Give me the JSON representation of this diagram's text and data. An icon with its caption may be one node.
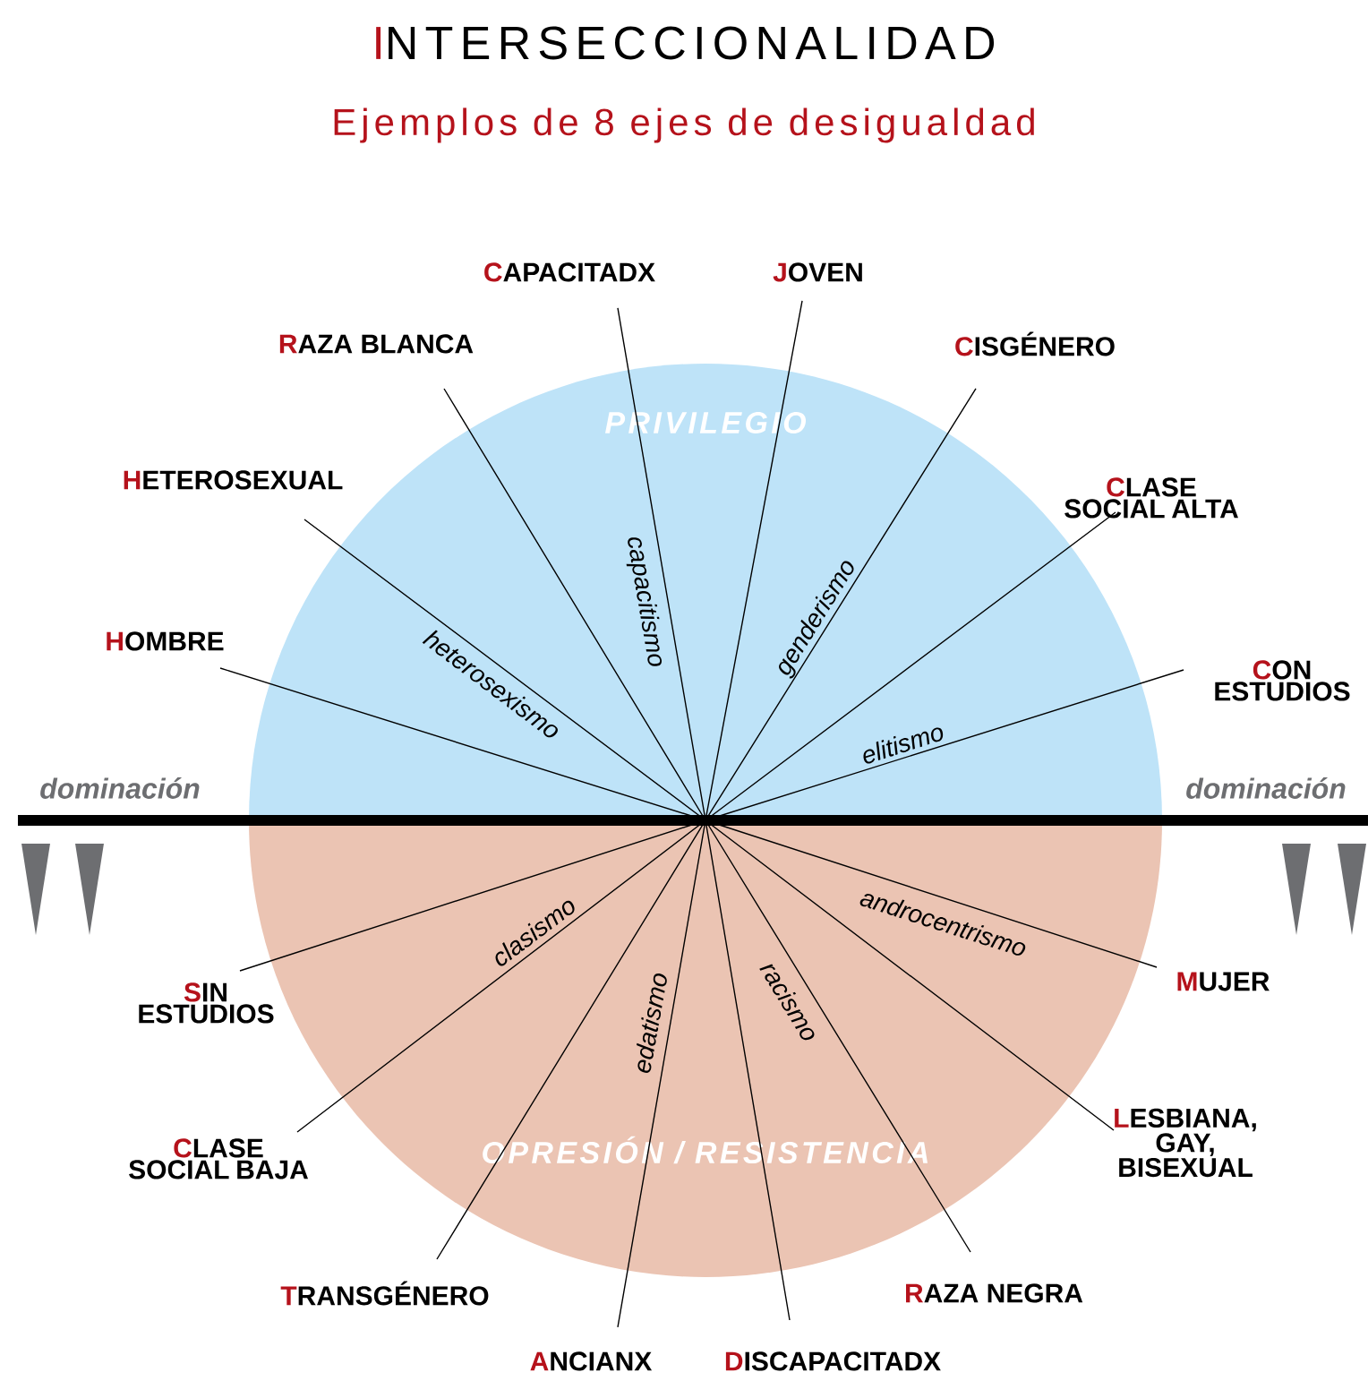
{
  "diagram": {
    "title": "INTERSECCIONALIDAD",
    "nodes": [
      {
        "text": [
          "CAPACITADX"
        ]
      },
      {
        "text": [
          "JOVEN"
        ]
      },
      {
        "text": [
          "RAZA BLANCA"
        ]
      },
      {
        "text": [
          "CISGÉNERO"
        ]
      },
      {
        "text": [
          "HETEROSEXUAL"
        ]
      },
      {
        "text": [
          "CLASE SOCIAL ALTA"
        ]
      },
      {
        "text": [
          "HOMBRE"
        ]
      },
      {
        "text": [
          "CON ESTUDIOS"
        ]
      },
      {
        "text": [
          "MUJER"
        ]
      },
      {
        "text": [
          "SIN ESTUDIOS"
        ]
      },
      {
        "text": [
          "CLASE SOCIAL BAJA"
        ]
      },
      {
        "text": [
          "LESBIANA, GAY, BISEXUAL"
        ]
      },
      {
        "text": [
          "TRANSGÉNERO"
        ]
      },
      {
        "text": [
          "RAZA NEGRA"
        ]
      },
      {
        "text": [
          "ANCIANX"
        ]
      },
      {
        "text": [
          "DISCAPACITADX"
        ]
      }
    ],
    "edges": [
      {
        "from": 6,
        "to": 8,
        "arrow": "none",
        "label": "androcentrismo"
      },
      {
        "from": 4,
        "to": 11,
        "arrow": "none",
        "label": "heterosexismo"
      },
      {
        "from": 2,
        "to": 13,
        "arrow": "none",
        "label": "racismo"
      },
      {
        "from": 0,
        "to": 15,
        "arrow": "none",
        "label": "capacitismo"
      },
      {
        "from": 1,
        "to": 14,
        "arrow": "none",
        "label": "edatismo"
      },
      {
        "from": 3,
        "to": 12,
        "arrow": "none",
        "label": "genderismo"
      },
      {
        "from": 5,
        "to": 10,
        "arrow": "none",
        "label": "clasismo"
      },
      {
        "from": 7,
        "to": 9,
        "arrow": "none",
        "label": "elitismo"
      }
    ],
    "labels": [
      "Ejemplos de 8 ejes de desigualdad",
      "PRIVILEGIO",
      "dominación",
      "dominación",
      "OPRESIÓN / RESISTENCIA"
    ]
  }
}
